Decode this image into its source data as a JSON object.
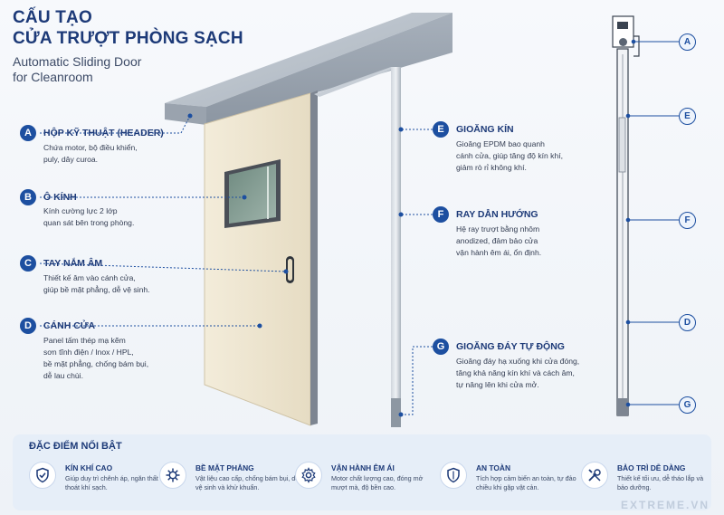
{
  "title": {
    "vi_line1": "CẤU TẠO",
    "vi_line2": "CỬA TRƯỢT PHÒNG SẠCH",
    "en_line1": "Automatic Sliding Door",
    "en_line2": "for Cleanroom"
  },
  "callouts": {
    "a": {
      "letter": "A",
      "title": "HỘP KỸ THUẬT (HEADER)",
      "desc1": "Chứa motor, bộ điều khiển,",
      "desc2": "puly, dây curoa."
    },
    "b": {
      "letter": "B",
      "title": "Ô KÍNH",
      "desc1": "Kính cường lực 2 lớp",
      "desc2": "quan sát bên trong phòng."
    },
    "c": {
      "letter": "C",
      "title": "TAY NẮM ÂM",
      "desc1": "Thiết kế âm vào cánh cửa,",
      "desc2": "giúp bề mặt phẳng, dễ vệ sinh."
    },
    "d": {
      "letter": "D",
      "title": "CÁNH CỬA",
      "desc1": "Panel tấm thép mạ kẽm",
      "desc2": "sơn tĩnh điện / Inox / HPL,",
      "desc3": "bề mặt phẳng, chống bám bụi,",
      "desc4": "dễ lau chùi."
    },
    "e": {
      "letter": "E",
      "title": "GIOĂNG KÍN",
      "desc1": "Gioăng EPDM bao quanh",
      "desc2": "cánh cửa, giúp tăng độ kín khí,",
      "desc3": "giảm rò rỉ không khí."
    },
    "f": {
      "letter": "F",
      "title": "RAY DẪN HƯỚNG",
      "desc1": "Hệ ray trượt bằng nhôm",
      "desc2": "anodized, đảm bảo cửa",
      "desc3": "vận hành êm ái, ổn định."
    },
    "g": {
      "letter": "G",
      "title": "GIOĂNG ĐÁY TỰ ĐỘNG",
      "desc1": "Gioăng đáy hạ xuống khi cửa đóng,",
      "desc2": "tăng khả năng kín khí và cách âm,",
      "desc3": "tự nâng lên khi cửa mở."
    }
  },
  "side_view": {
    "labels": [
      "A",
      "E",
      "F",
      "D",
      "G"
    ]
  },
  "features": {
    "title": "ĐẶC ĐIỂM NỔI BẬT",
    "items": [
      {
        "title": "KÍN KHÍ CAO",
        "desc": "Giúp duy trì chênh áp, ngăn thất thoát khí sạch.",
        "icon": "shield-check-icon"
      },
      {
        "title": "BỀ MẶT PHẲNG",
        "desc": "Vật liệu cao cấp, chống bám bụi, dễ vệ sinh và khử khuẩn.",
        "icon": "virus-icon"
      },
      {
        "title": "VẬN HÀNH ÊM ÁI",
        "desc": "Motor chất lượng cao, đóng mở mượt mà, độ bền cao.",
        "icon": "gear-icon"
      },
      {
        "title": "AN TOÀN",
        "desc": "Tích hợp cảm biến an toàn, tự đảo chiều khi gặp vật cản.",
        "icon": "shield-icon"
      },
      {
        "title": "BẢO TRÌ DỄ DÀNG",
        "desc": "Thiết kế tối ưu, dễ tháo lắp và bảo dưỡng.",
        "icon": "wrench-screwdriver-icon"
      }
    ]
  },
  "watermark": "EXTREME.VN",
  "colors": {
    "accent": "#1d4fa0",
    "panel": "#efe7d2",
    "frame": "#b7c0cb"
  }
}
